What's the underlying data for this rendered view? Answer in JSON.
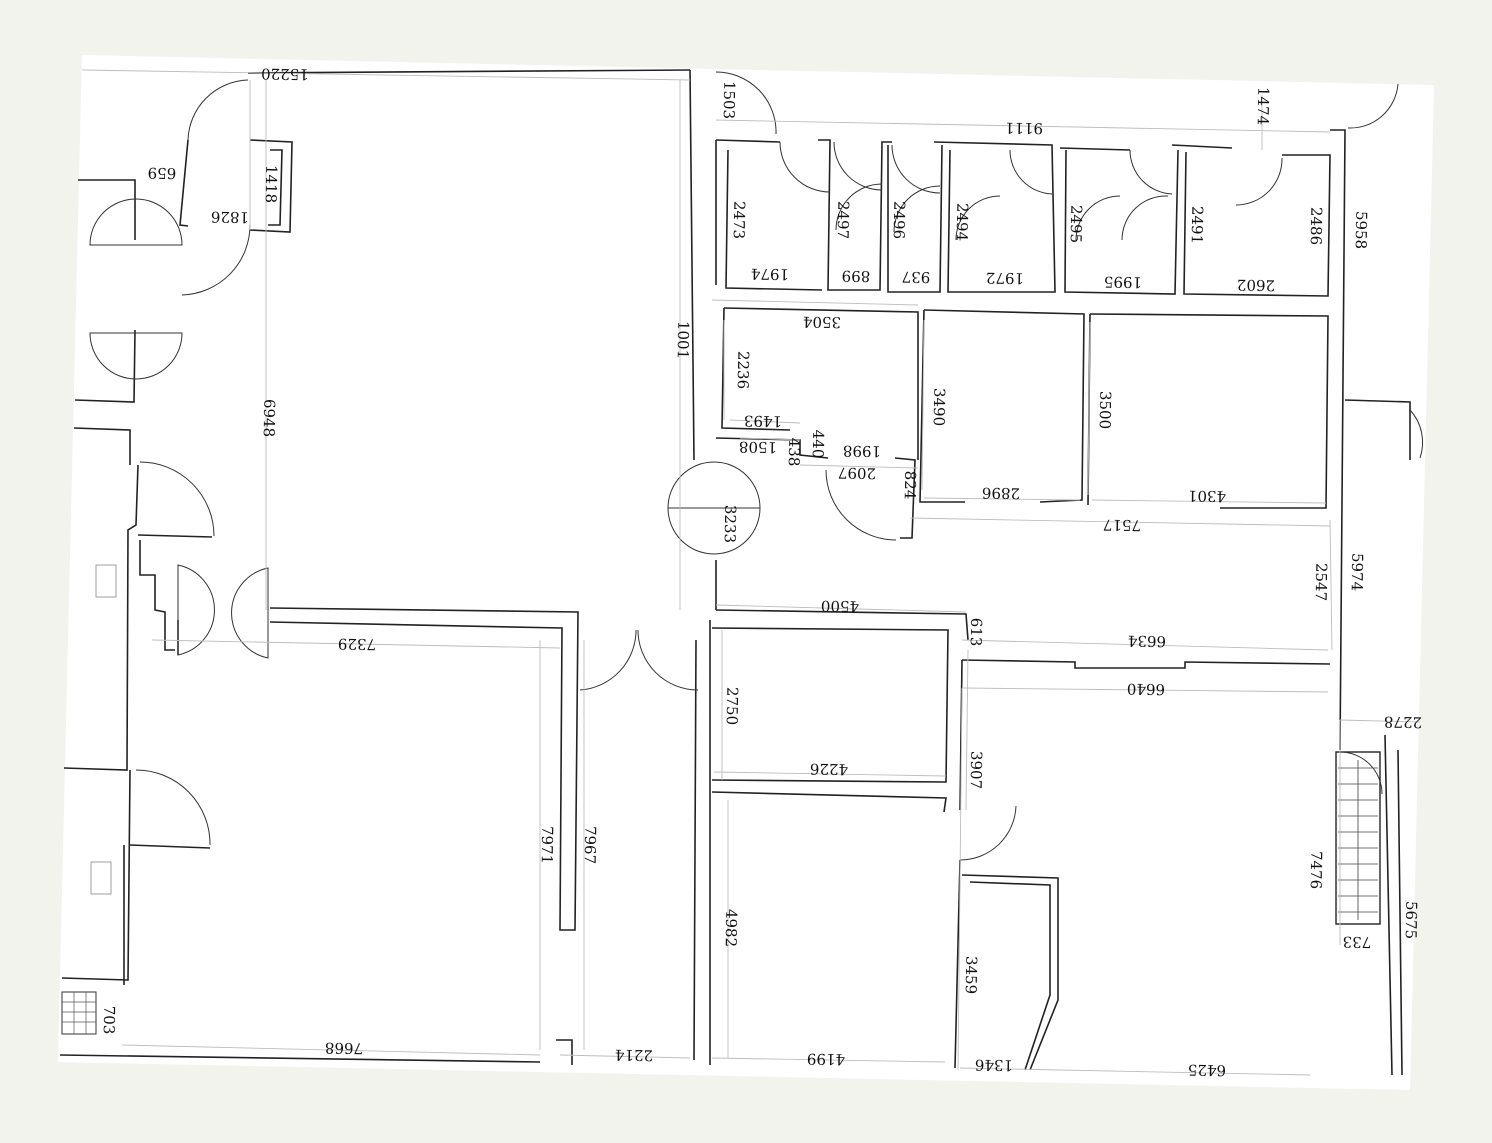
{
  "drawing": {
    "paper_color": "#ffffff",
    "background_color": "#f3f3ee",
    "line_color": "#222222",
    "dimension_line_color": "#bdbdbd"
  },
  "dimensions": [
    {
      "id": "d1",
      "label": "15220"
    },
    {
      "id": "d2",
      "label": "1503"
    },
    {
      "id": "d3",
      "label": "9111"
    },
    {
      "id": "d4",
      "label": "1474"
    },
    {
      "id": "d5",
      "label": "659"
    },
    {
      "id": "d6",
      "label": "1418"
    },
    {
      "id": "d7",
      "label": "1826"
    },
    {
      "id": "d8",
      "label": "2473"
    },
    {
      "id": "d9",
      "label": "2497"
    },
    {
      "id": "d10",
      "label": "2496"
    },
    {
      "id": "d11",
      "label": "2494"
    },
    {
      "id": "d12",
      "label": "2495"
    },
    {
      "id": "d13",
      "label": "2491"
    },
    {
      "id": "d14",
      "label": "2486"
    },
    {
      "id": "d15",
      "label": "5958"
    },
    {
      "id": "d16",
      "label": "1974"
    },
    {
      "id": "d17",
      "label": "899"
    },
    {
      "id": "d18",
      "label": "937"
    },
    {
      "id": "d19",
      "label": "1972"
    },
    {
      "id": "d20",
      "label": "1995"
    },
    {
      "id": "d21",
      "label": "2602"
    },
    {
      "id": "d22",
      "label": "1001"
    },
    {
      "id": "d23",
      "label": "3504"
    },
    {
      "id": "d24",
      "label": "6948"
    },
    {
      "id": "d25",
      "label": "2236"
    },
    {
      "id": "d26",
      "label": "3490"
    },
    {
      "id": "d27",
      "label": "3500"
    },
    {
      "id": "d28",
      "label": "1493"
    },
    {
      "id": "d29",
      "label": "1508"
    },
    {
      "id": "d30",
      "label": "438"
    },
    {
      "id": "d31",
      "label": "440"
    },
    {
      "id": "d32",
      "label": "1998"
    },
    {
      "id": "d33",
      "label": "2097"
    },
    {
      "id": "d34",
      "label": "824"
    },
    {
      "id": "d35",
      "label": "2896"
    },
    {
      "id": "d36",
      "label": "4301"
    },
    {
      "id": "d37",
      "label": "3233"
    },
    {
      "id": "d38",
      "label": "7517"
    },
    {
      "id": "d39",
      "label": "2547"
    },
    {
      "id": "d40",
      "label": "5974"
    },
    {
      "id": "d41",
      "label": "4500"
    },
    {
      "id": "d42",
      "label": "7329"
    },
    {
      "id": "d43",
      "label": "613"
    },
    {
      "id": "d44",
      "label": "6634"
    },
    {
      "id": "d45",
      "label": "6640"
    },
    {
      "id": "d46",
      "label": "2750"
    },
    {
      "id": "d47",
      "label": "2278"
    },
    {
      "id": "d48",
      "label": "3907"
    },
    {
      "id": "d49",
      "label": "4226"
    },
    {
      "id": "d50",
      "label": "7971"
    },
    {
      "id": "d51",
      "label": "7967"
    },
    {
      "id": "d52",
      "label": "7476"
    },
    {
      "id": "d53",
      "label": "4982"
    },
    {
      "id": "d54",
      "label": "733"
    },
    {
      "id": "d55",
      "label": "3459"
    },
    {
      "id": "d56",
      "label": "703"
    },
    {
      "id": "d57",
      "label": "7668"
    },
    {
      "id": "d58",
      "label": "2214"
    },
    {
      "id": "d59",
      "label": "4199"
    },
    {
      "id": "d60",
      "label": "1346"
    },
    {
      "id": "d61",
      "label": "6425"
    },
    {
      "id": "d62",
      "label": "5675"
    }
  ]
}
